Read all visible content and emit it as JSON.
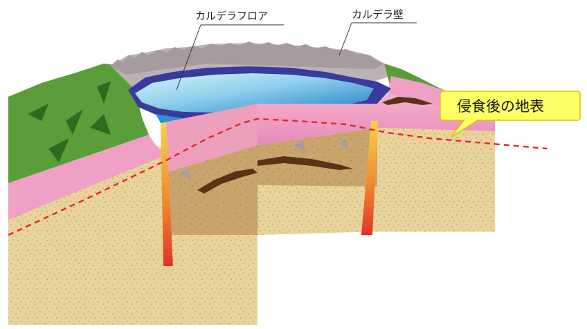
{
  "labels": {
    "caldera_floor": "カルデラフロア",
    "caldera_wall": "カルデラ壁",
    "eroded_surface": "侵食後の地表"
  },
  "colors": {
    "grass": "#5a9e3a",
    "grass_dark": "#2f6b1f",
    "sand": "#e8d49a",
    "sand_speckle": "#b9a36a",
    "brown_layer": "#c9a46c",
    "pink_layer": "#f0a0c4",
    "rim_rock": "#bcb2b5",
    "lake_rim": "#3a3a9e",
    "lake_light": "#b8e4f0",
    "lake_deep": "#2b8fd0",
    "magma_top": "#f7d24a",
    "magma_bottom": "#e0332a",
    "dashed_line": "#e8232a",
    "callout_fill": "#ffff66",
    "callout_border": "#d9c400"
  }
}
